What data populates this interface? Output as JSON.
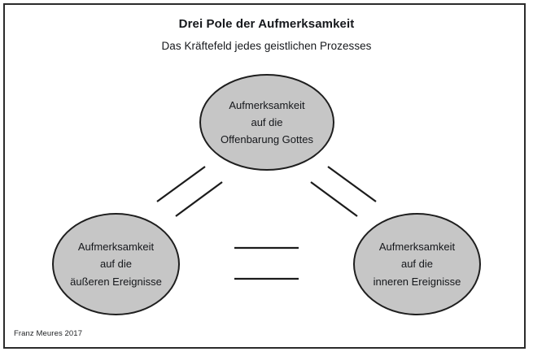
{
  "document": {
    "title": "Drei Pole der Aufmerksamkeit",
    "subtitle": "Das Kräftefeld jedes geistlichen Prozesses",
    "credit": "Franz Meures 2017",
    "border_color": "#2b2b2b",
    "background_color": "#ffffff"
  },
  "diagram": {
    "node_fill_color": "#c6c6c6",
    "node_stroke_color": "#1e1e1e",
    "connector_color": "#1b1b1b",
    "nodes": [
      {
        "id": "offenbarung-gottes",
        "line1": "Aufmerksamkeit",
        "line2": "auf die",
        "line3": "Offenbarung Gottes"
      },
      {
        "id": "aeussere-ereignisse",
        "line1": "Aufmerksamkeit",
        "line2": "auf die",
        "line3": "äußeren Ereignisse"
      },
      {
        "id": "innere-ereignisse",
        "line1": "Aufmerksamkeit",
        "line2": "auf die",
        "line3": "inneren Ereignisse"
      }
    ],
    "connectors": [
      {
        "id": "top-to-left",
        "style": "double-line",
        "orientation": "diagonal"
      },
      {
        "id": "top-to-right",
        "style": "double-line",
        "orientation": "diagonal"
      },
      {
        "id": "left-to-right",
        "style": "double-line",
        "orientation": "horizontal"
      }
    ]
  }
}
